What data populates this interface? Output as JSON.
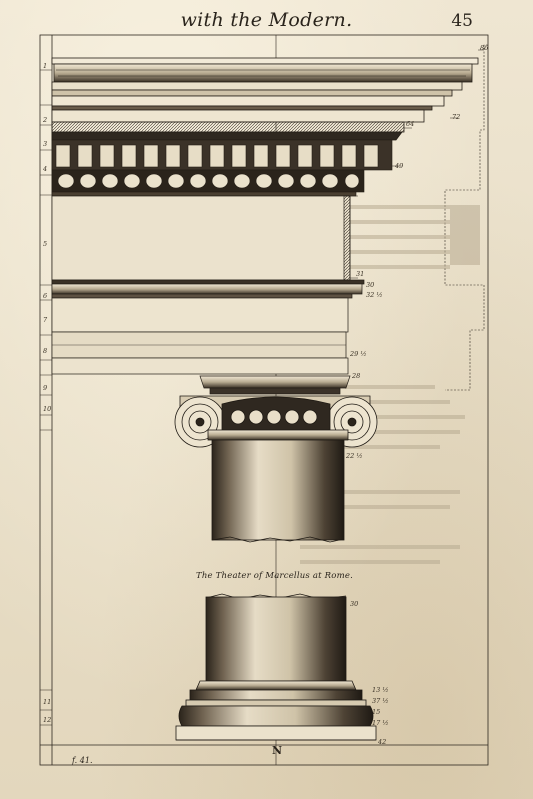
{
  "header": {
    "title": "with the Modern.",
    "page_number": "45"
  },
  "plate": {
    "caption": "The Theater of Marcellus at Rome.",
    "centre_mark": "N",
    "figure_ref": "f. 41.",
    "right_labels": [
      "86",
      "72",
      "64",
      "49",
      "31",
      "30",
      "32 ½",
      "29 ½",
      "28",
      "22 ½",
      "30",
      "13 ½",
      "37 ½",
      "15",
      "17 ½",
      "42"
    ],
    "left_labels": [
      "1",
      "2",
      "3",
      "4",
      "5",
      "6",
      "7",
      "8",
      "9",
      "10",
      "11",
      "12"
    ]
  }
}
